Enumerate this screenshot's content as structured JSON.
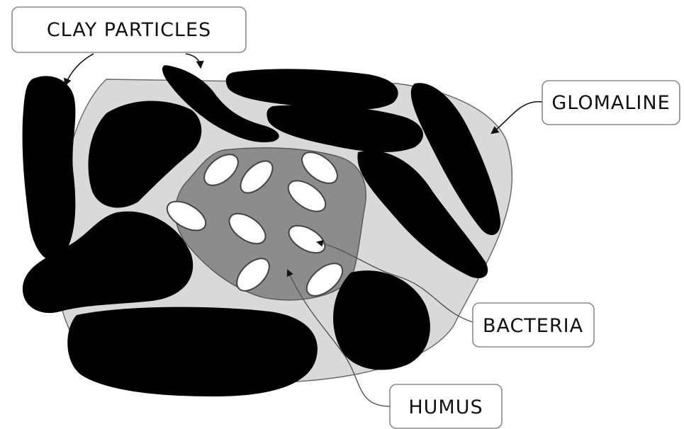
{
  "diagram": {
    "labels": {
      "clay": "CLAY PARTICLES",
      "glomaline": "GLOMALINE",
      "bacteria": "BACTERIA",
      "humus": "HUMUS"
    },
    "colors": {
      "background": "#ffffff",
      "glomaline_fill": "#d9d9d9",
      "humus_fill": "#8c8c8c",
      "clay_fill": "#000000",
      "bacteria_fill": "#ffffff",
      "outline": "#555555"
    }
  }
}
